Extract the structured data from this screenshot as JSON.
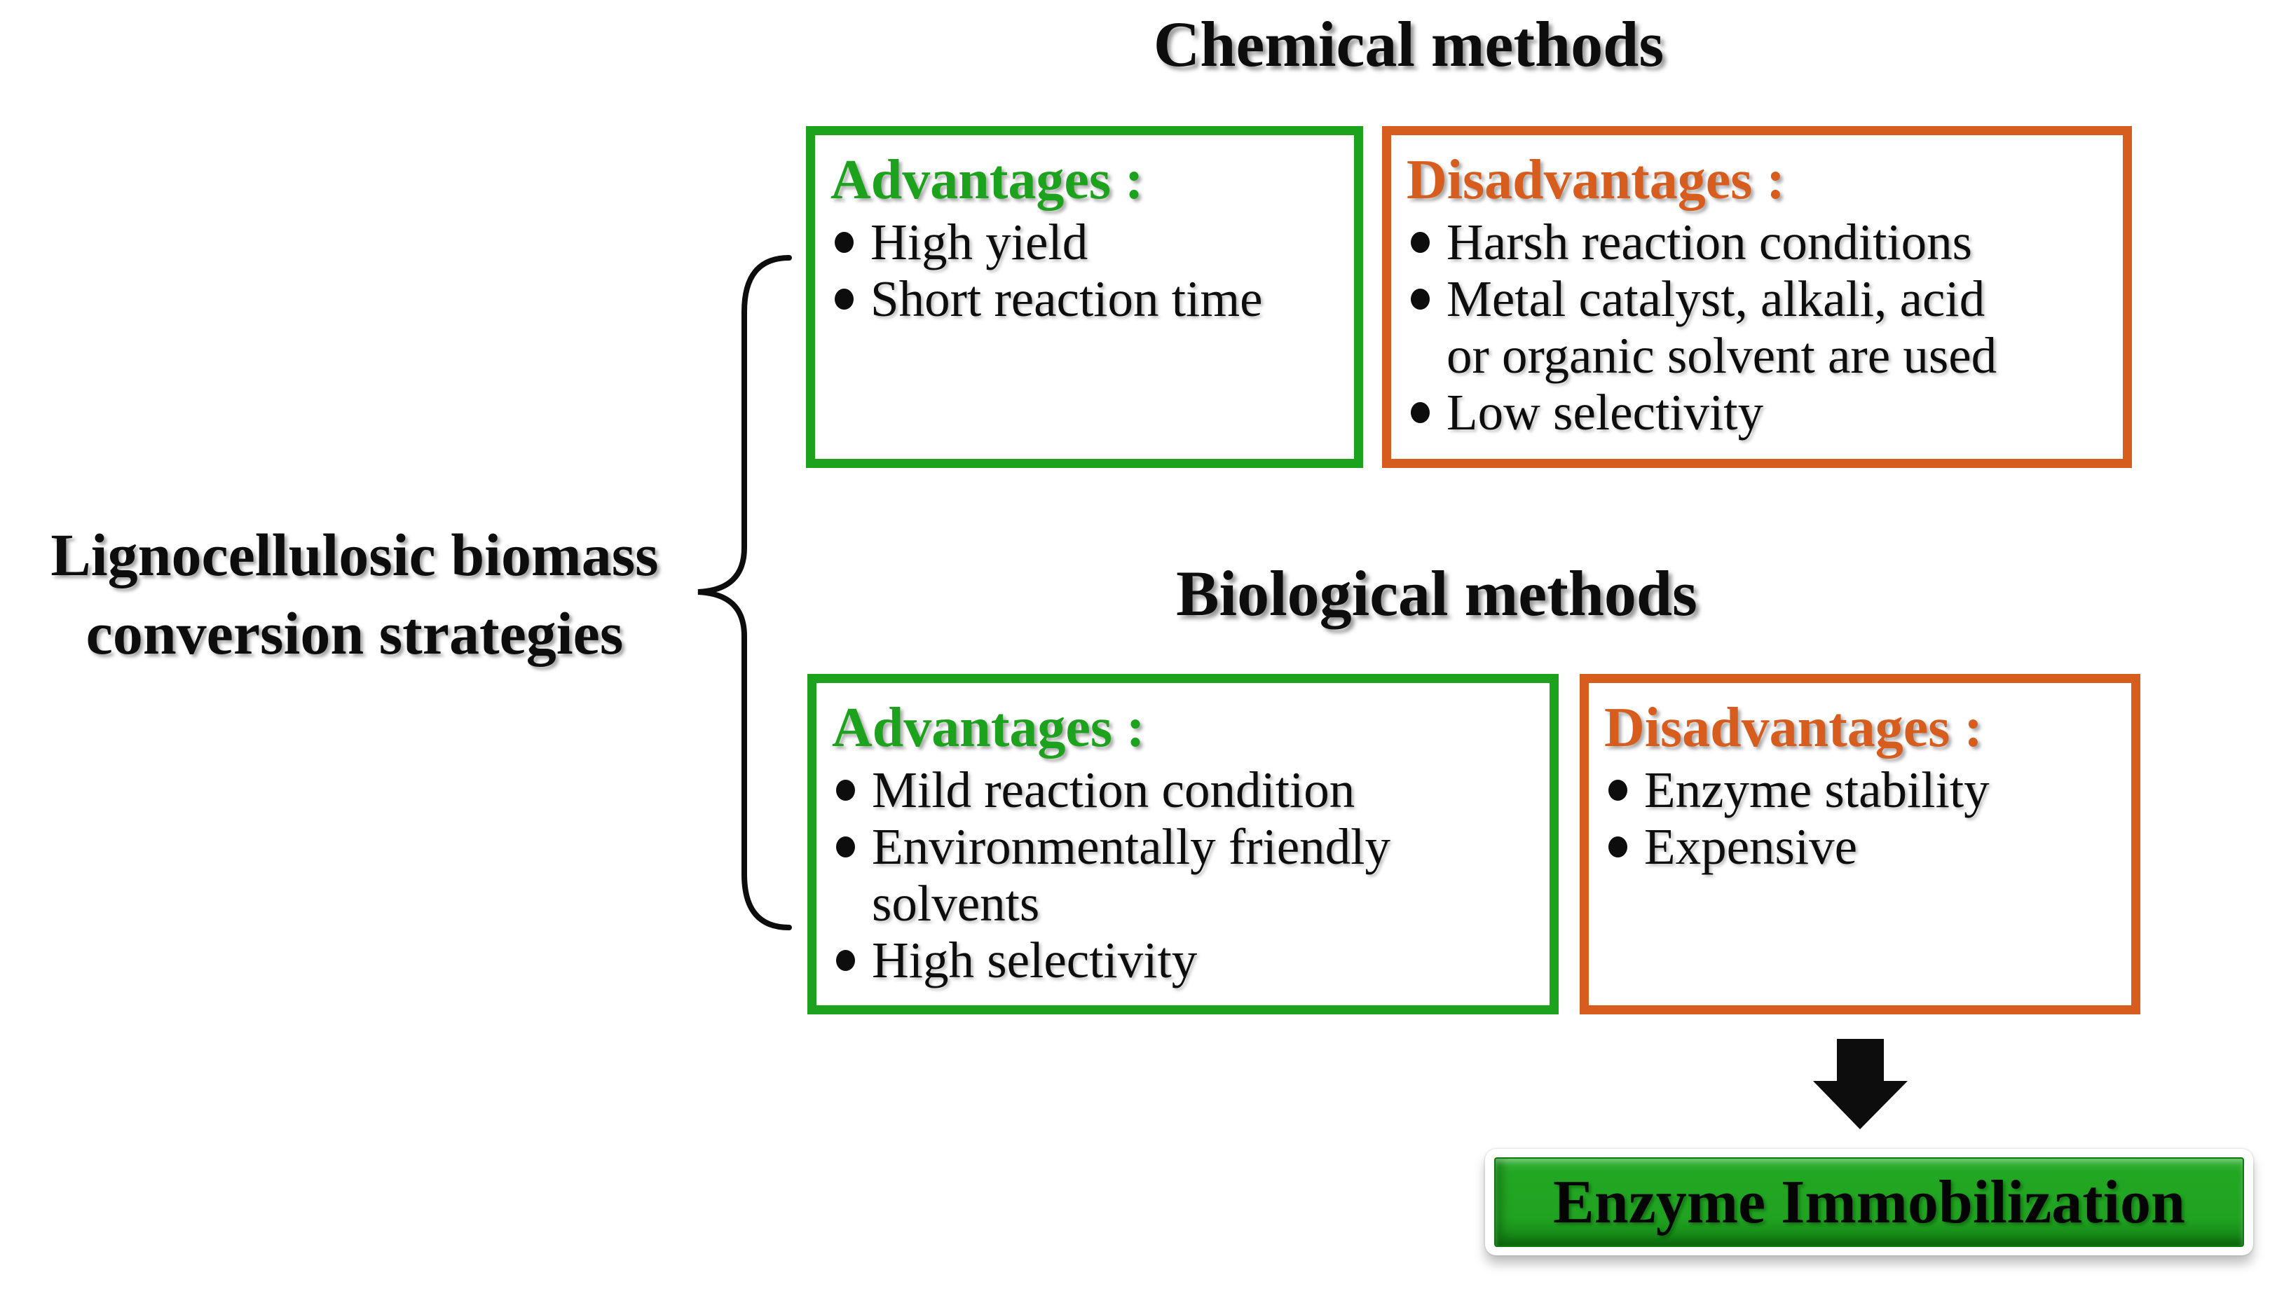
{
  "colors": {
    "green": "#1ca21c",
    "orange": "#d65d1e",
    "text_black": "#0d0d0d",
    "enzyme_fill": "#21a321"
  },
  "root": {
    "label_line1": "Lignocellulosic biomass",
    "label_line2": "conversion strategies"
  },
  "sections": [
    {
      "title": "Chemical methods",
      "advantages": {
        "label": "Advantages :",
        "items": [
          "High yield",
          "Short reaction time"
        ]
      },
      "disadvantages": {
        "label": "Disadvantages :",
        "items": [
          "Harsh reaction conditions",
          "Metal catalyst, alkali, acid\nor organic solvent are used",
          "Low selectivity"
        ]
      }
    },
    {
      "title": "Biological methods",
      "advantages": {
        "label": "Advantages :",
        "items": [
          "Mild reaction condition",
          "Environmentally friendly\nsolvents",
          "High selectivity"
        ]
      },
      "disadvantages": {
        "label": "Disadvantages :",
        "items": [
          "Enzyme stability",
          "Expensive"
        ]
      }
    }
  ],
  "outcome": {
    "label": "Enzyme Immobilization"
  }
}
